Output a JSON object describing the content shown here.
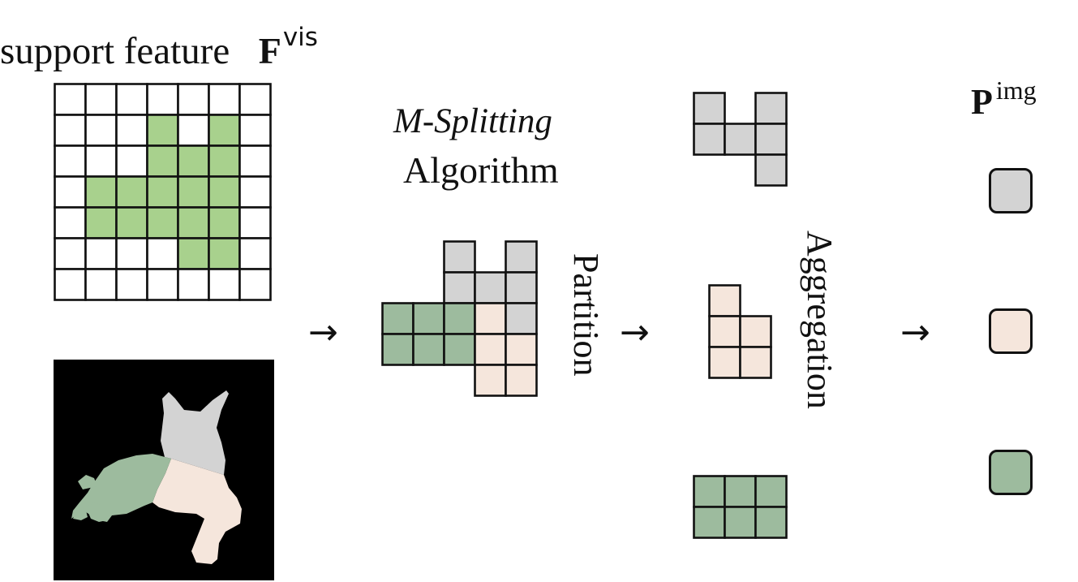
{
  "support": {
    "label": "support feature",
    "symbol": "F",
    "superscript": "vis"
  },
  "algorithm": {
    "name": "M-Splitting",
    "word": "Algorithm"
  },
  "steps": {
    "partition": "Partition",
    "aggregation": "Aggregation"
  },
  "prototypes": {
    "symbol": "P",
    "superscript": "img"
  },
  "colors": {
    "green_mask": "#a8d18d",
    "gray": "#d3d3d3",
    "peach": "#f5e6dc",
    "dark_green": "#9dbb9e",
    "border": "#111111",
    "background_mask": "#000000"
  },
  "grid": {
    "rows": 7,
    "cols": 7,
    "cells": [
      [
        0,
        0,
        0,
        0,
        0,
        0,
        0
      ],
      [
        0,
        0,
        0,
        1,
        0,
        1,
        0
      ],
      [
        0,
        0,
        0,
        1,
        1,
        1,
        0
      ],
      [
        0,
        1,
        1,
        1,
        1,
        1,
        0
      ],
      [
        0,
        1,
        1,
        1,
        1,
        1,
        0
      ],
      [
        0,
        0,
        0,
        0,
        1,
        1,
        0
      ],
      [
        0,
        0,
        0,
        0,
        0,
        0,
        0
      ]
    ]
  },
  "region": {
    "rows": 5,
    "cols": 5,
    "cells": [
      [
        0,
        0,
        "g",
        0,
        "g"
      ],
      [
        0,
        0,
        "g",
        "g",
        "g"
      ],
      [
        "d",
        "d",
        "d",
        "p",
        "g"
      ],
      [
        "d",
        "d",
        "d",
        "p",
        "p"
      ],
      [
        0,
        0,
        0,
        "p",
        "p"
      ]
    ]
  },
  "parts": {
    "gray": [
      [
        1,
        0,
        1
      ],
      [
        1,
        1,
        1
      ],
      [
        0,
        0,
        1
      ]
    ],
    "peach": [
      [
        1,
        0
      ],
      [
        1,
        1
      ],
      [
        1,
        1
      ]
    ],
    "green": [
      [
        1,
        1,
        1
      ],
      [
        1,
        1,
        1
      ]
    ]
  },
  "arrows": {
    "glyph": "→"
  }
}
